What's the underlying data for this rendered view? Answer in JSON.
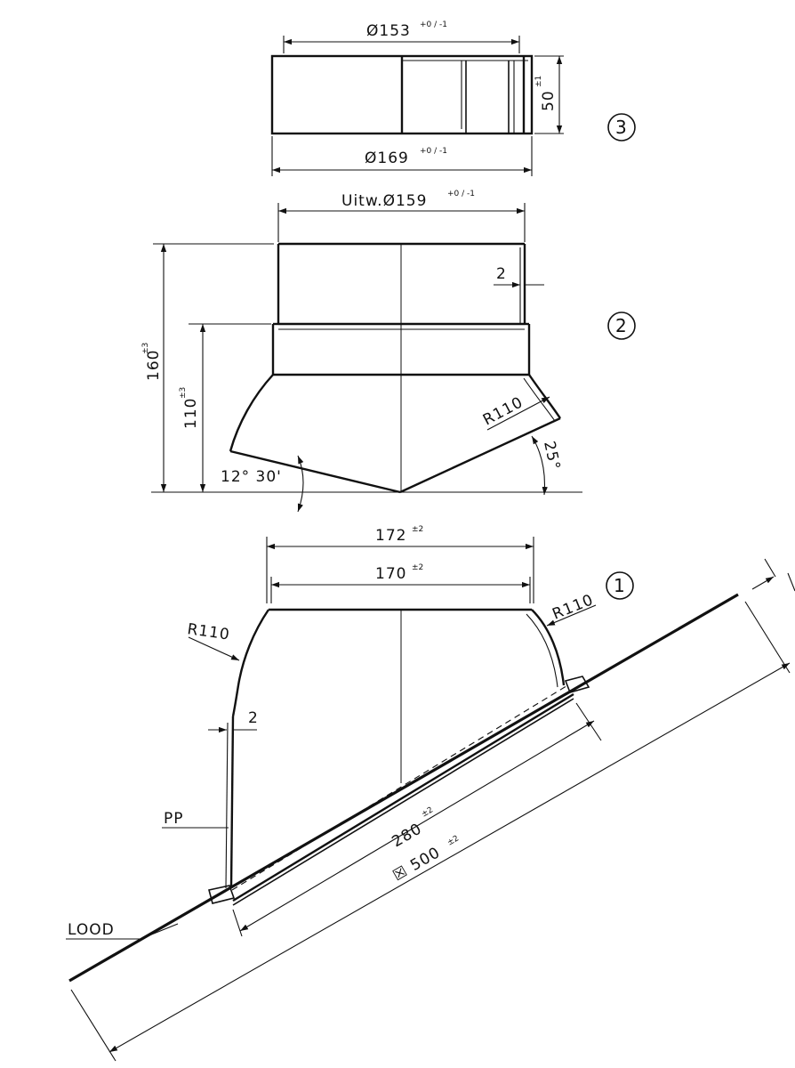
{
  "parts": {
    "part3": {
      "number": "3",
      "dim_top": "Ø153",
      "dim_top_tol": "+0 / -1",
      "dim_height": "50",
      "dim_height_tol": "±1",
      "dim_bottom": "Ø169",
      "dim_bottom_tol": "+0 / -1"
    },
    "part2": {
      "number": "2",
      "dim_top": "Uitw.Ø159",
      "dim_top_tol": "+0 / -1",
      "dim_wall": "2",
      "dim_height_total": "160",
      "dim_height_total_tol": "±3",
      "dim_height_lower": "110",
      "dim_height_lower_tol": "±3",
      "dim_radius": "R110",
      "angle_left": "12° 30'",
      "angle_right": "25°"
    },
    "part1": {
      "number": "1",
      "dim_outer": "172",
      "dim_outer_tol": "±2",
      "dim_inner": "170",
      "dim_inner_tol": "±2",
      "radius_left": "R110",
      "radius_right": "R110",
      "dim_wall": "2",
      "material_body": "PP",
      "material_flashing": "LOOD",
      "dim_base": "280",
      "dim_base_tol": "±2",
      "dim_plate": "☒ 500",
      "dim_plate_tol": "±2"
    }
  }
}
